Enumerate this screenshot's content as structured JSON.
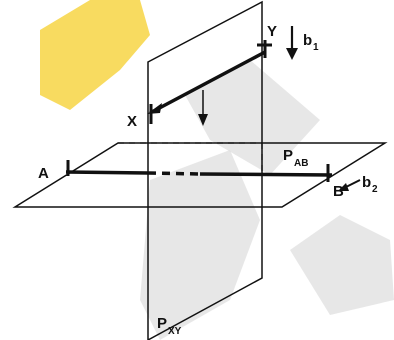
{
  "labels": {
    "y": "Y",
    "x": "X",
    "a": "A",
    "b": "B",
    "plane_ab_main": "P",
    "plane_ab_sub": "AB",
    "plane_xy_main": "P",
    "plane_xy_sub": "XY",
    "b1_main": "b",
    "b1_sub": "1",
    "b2_main": "b",
    "b2_sub": "2"
  },
  "colors": {
    "line": "#111111",
    "watermark_gray": "#d9d9d9",
    "watermark_yellow": "#f6d23a"
  }
}
